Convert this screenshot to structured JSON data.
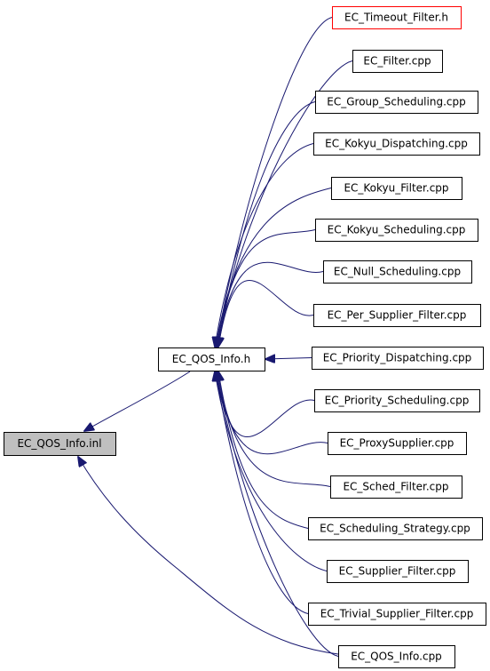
{
  "diagram": {
    "edge_color": "#191970",
    "nodes": [
      {
        "id": "qos-info-inl",
        "label": "EC_QOS_Info.inl",
        "style": "gray"
      },
      {
        "id": "qos-info-h",
        "label": "EC_QOS_Info.h",
        "style": "normal"
      },
      {
        "id": "timeout-filter-h",
        "label": "EC_Timeout_Filter.h",
        "style": "red"
      },
      {
        "id": "filter-cpp",
        "label": "EC_Filter.cpp",
        "style": "normal"
      },
      {
        "id": "group-scheduling-cpp",
        "label": "EC_Group_Scheduling.cpp",
        "style": "normal"
      },
      {
        "id": "kokyu-dispatching-cpp",
        "label": "EC_Kokyu_Dispatching.cpp",
        "style": "normal"
      },
      {
        "id": "kokyu-filter-cpp",
        "label": "EC_Kokyu_Filter.cpp",
        "style": "normal"
      },
      {
        "id": "kokyu-scheduling-cpp",
        "label": "EC_Kokyu_Scheduling.cpp",
        "style": "normal"
      },
      {
        "id": "null-scheduling-cpp",
        "label": "EC_Null_Scheduling.cpp",
        "style": "normal"
      },
      {
        "id": "per-supplier-filter-cpp",
        "label": "EC_Per_Supplier_Filter.cpp",
        "style": "normal"
      },
      {
        "id": "priority-dispatching-cpp",
        "label": "EC_Priority_Dispatching.cpp",
        "style": "normal"
      },
      {
        "id": "priority-scheduling-cpp",
        "label": "EC_Priority_Scheduling.cpp",
        "style": "normal"
      },
      {
        "id": "proxysupplier-cpp",
        "label": "EC_ProxySupplier.cpp",
        "style": "normal"
      },
      {
        "id": "sched-filter-cpp",
        "label": "EC_Sched_Filter.cpp",
        "style": "normal"
      },
      {
        "id": "scheduling-strategy-cpp",
        "label": "EC_Scheduling_Strategy.cpp",
        "style": "normal"
      },
      {
        "id": "supplier-filter-cpp",
        "label": "EC_Supplier_Filter.cpp",
        "style": "normal"
      },
      {
        "id": "trivial-supplier-filter-cpp",
        "label": "EC_Trivial_Supplier_Filter.cpp",
        "style": "normal"
      },
      {
        "id": "qos-info-cpp",
        "label": "EC_QOS_Info.cpp",
        "style": "normal"
      }
    ]
  }
}
